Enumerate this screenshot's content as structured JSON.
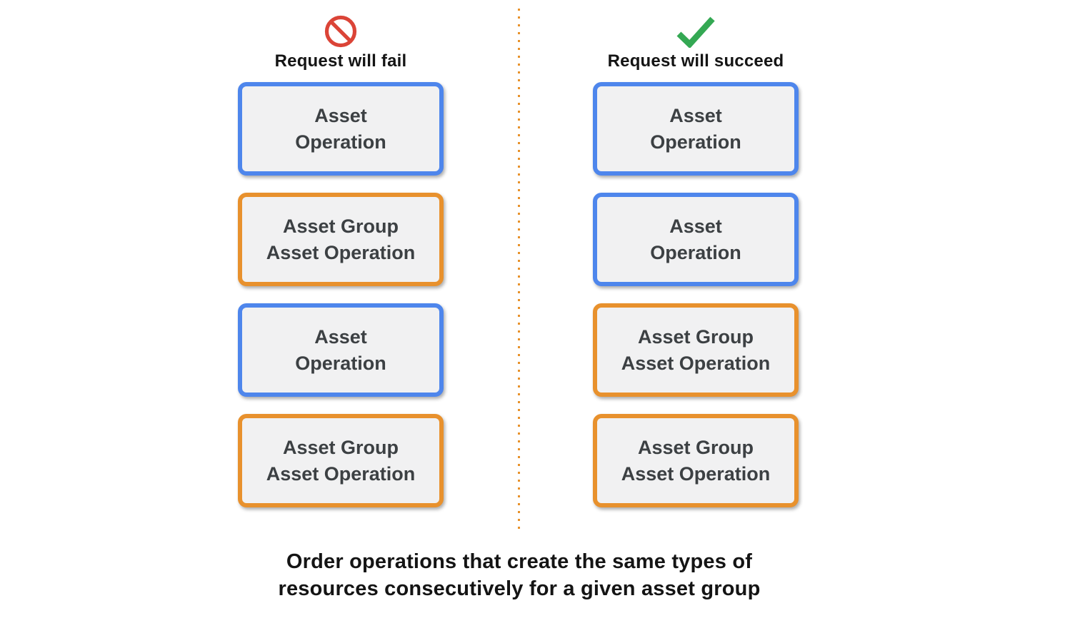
{
  "columns": [
    {
      "icon": "prohibited-icon",
      "title": "Request will fail",
      "boxes": [
        {
          "line1": "Asset",
          "line2": "Operation",
          "style": "blue"
        },
        {
          "line1": "Asset Group",
          "line2": "Asset Operation",
          "style": "orange"
        },
        {
          "line1": "Asset",
          "line2": "Operation",
          "style": "blue"
        },
        {
          "line1": "Asset Group",
          "line2": "Asset Operation",
          "style": "orange"
        }
      ]
    },
    {
      "icon": "check-icon",
      "title": "Request will succeed",
      "boxes": [
        {
          "line1": "Asset",
          "line2": "Operation",
          "style": "blue"
        },
        {
          "line1": "Asset",
          "line2": "Operation",
          "style": "blue"
        },
        {
          "line1": "Asset Group",
          "line2": "Asset Operation",
          "style": "orange"
        },
        {
          "line1": "Asset Group",
          "line2": "Asset Operation",
          "style": "orange"
        }
      ]
    }
  ],
  "caption": {
    "line1": "Order operations that create the same types of",
    "line2": "resources consecutively for a given asset group"
  },
  "colors": {
    "blue_border": "#4e86ec",
    "orange_border": "#e8912d",
    "box_fill": "#f1f1f2",
    "box_text": "#3c4043",
    "fail_icon_red": "#db4437",
    "check_green": "#34a853",
    "divider_orange": "#e8922b",
    "heading_text": "#141414",
    "background": "#ffffff"
  }
}
